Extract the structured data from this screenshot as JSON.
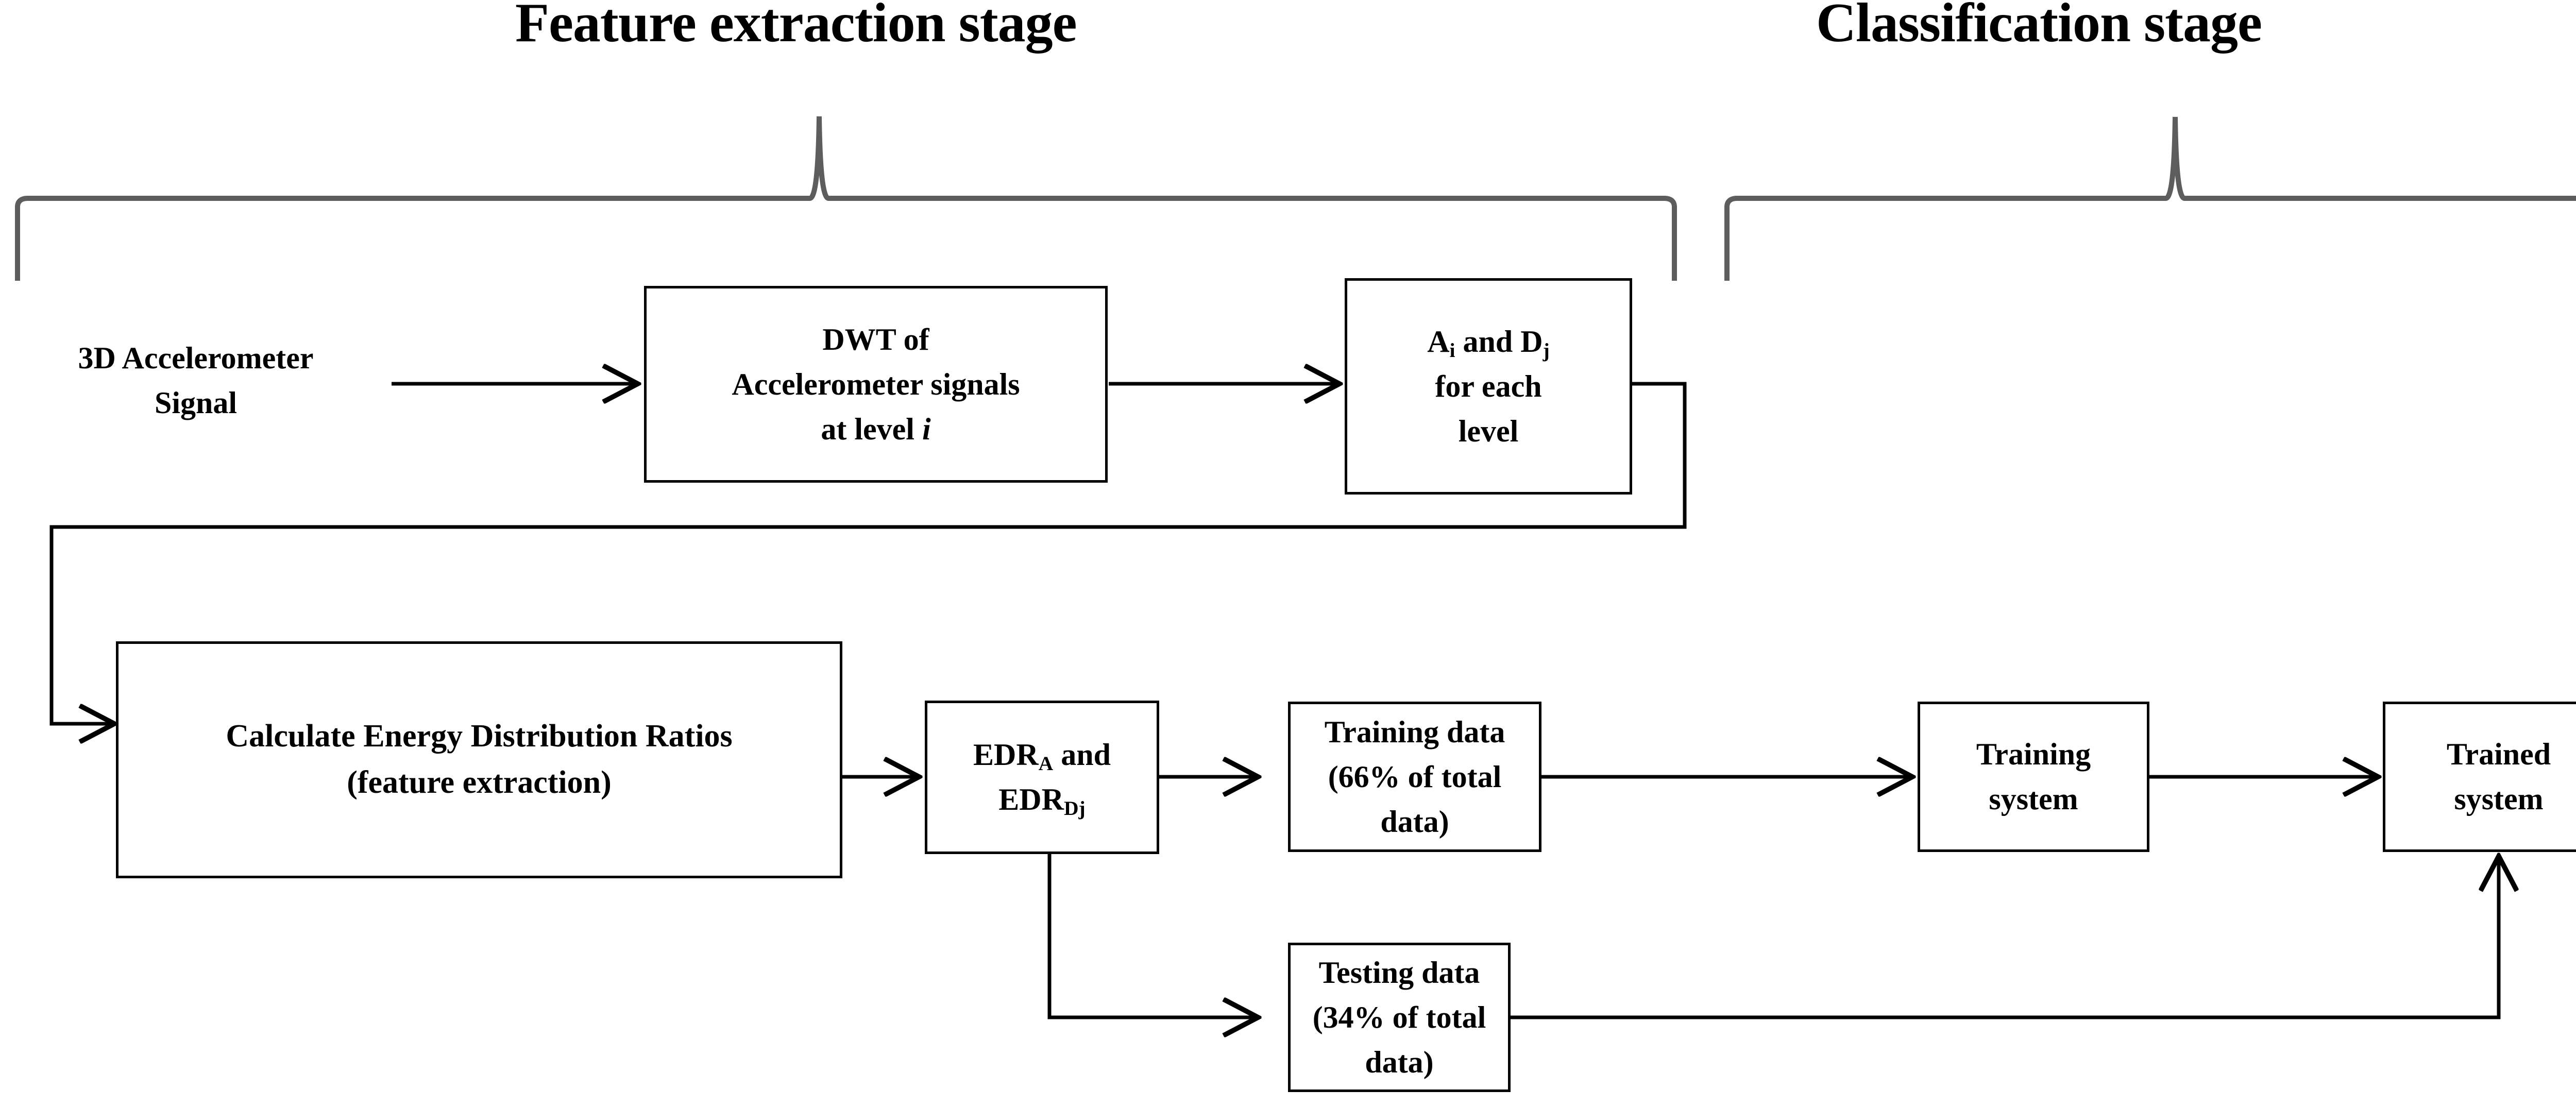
{
  "figure": {
    "type": "flowchart",
    "title_left": "Feature extraction stage",
    "title_right": "Classification stage"
  },
  "stages": [
    {
      "id": "feature-extraction",
      "label": "Feature extraction stage"
    },
    {
      "id": "classification",
      "label": "Classification stage"
    }
  ],
  "labels": {
    "input_signal_line1": "3D Accelerometer",
    "input_signal_line2": "Signal"
  },
  "boxes": [
    {
      "id": "dwt",
      "line1": "DWT of",
      "line2": "Accelerometer signals",
      "line3_pre": "at level ",
      "line3_italic": "i"
    },
    {
      "id": "coefficients",
      "line1_pre": "A",
      "line1_sub1": "i",
      "line1_mid": " and D",
      "line1_sub2": "j",
      "line2": "for each",
      "line3": "level"
    },
    {
      "id": "calculate-edr",
      "line1": "Calculate Energy Distribution Ratios",
      "line2": "(feature extraction)"
    },
    {
      "id": "edr-values",
      "line1_pre": "EDR",
      "line1_sub": "A",
      "line1_post": " and",
      "line2_pre": "EDR",
      "line2_sub": "Dj"
    },
    {
      "id": "training-data",
      "line1": "Training data",
      "line2": "(66% of total data)"
    },
    {
      "id": "testing-data",
      "line1": "Testing data",
      "line2": "(34% of total data)"
    },
    {
      "id": "training-system",
      "line1": "Training",
      "line2": "system"
    },
    {
      "id": "trained-system",
      "line1": "Trained",
      "line2": "system"
    }
  ],
  "colors": {
    "stroke": "#000000",
    "brace": "#5d5d5d",
    "background": "#ffffff"
  }
}
